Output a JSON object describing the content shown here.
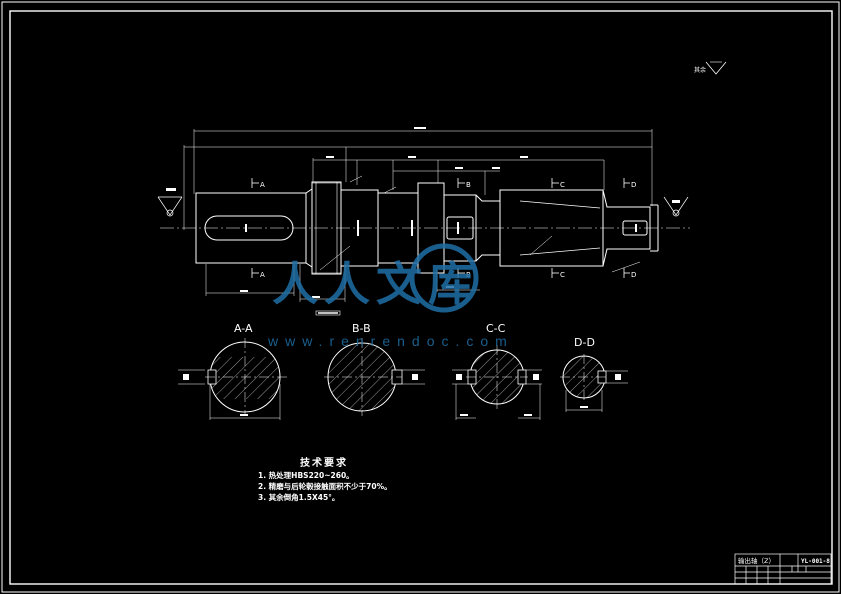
{
  "colors": {
    "background": "#000000",
    "line": "#ffffff",
    "dimension": "#ffffff",
    "watermark": "#1f6fa6"
  },
  "drawing": {
    "roughness_note": "其余",
    "sections": [
      {
        "id": "A-A",
        "label": "A-A"
      },
      {
        "id": "B-B",
        "label": "B-B"
      },
      {
        "id": "C-C",
        "label": "C-C"
      },
      {
        "id": "D-D",
        "label": "D-D"
      }
    ],
    "section_marks": {
      "a": "A",
      "b": "B",
      "c": "C",
      "d": "D"
    },
    "tech_requirements": {
      "title": "技术要求",
      "items": [
        "1. 热处理HBS220~260。",
        "2. 精磨与后轮毂接触面积不少于70%。",
        "3. 其余倒角1.5X45°。"
      ]
    }
  },
  "title_block": {
    "part_name": "输出轴（Z）",
    "drawing_no": "YL-001-8"
  },
  "watermark": {
    "brand": "人人文库",
    "url": "www.renrendoc.com"
  }
}
